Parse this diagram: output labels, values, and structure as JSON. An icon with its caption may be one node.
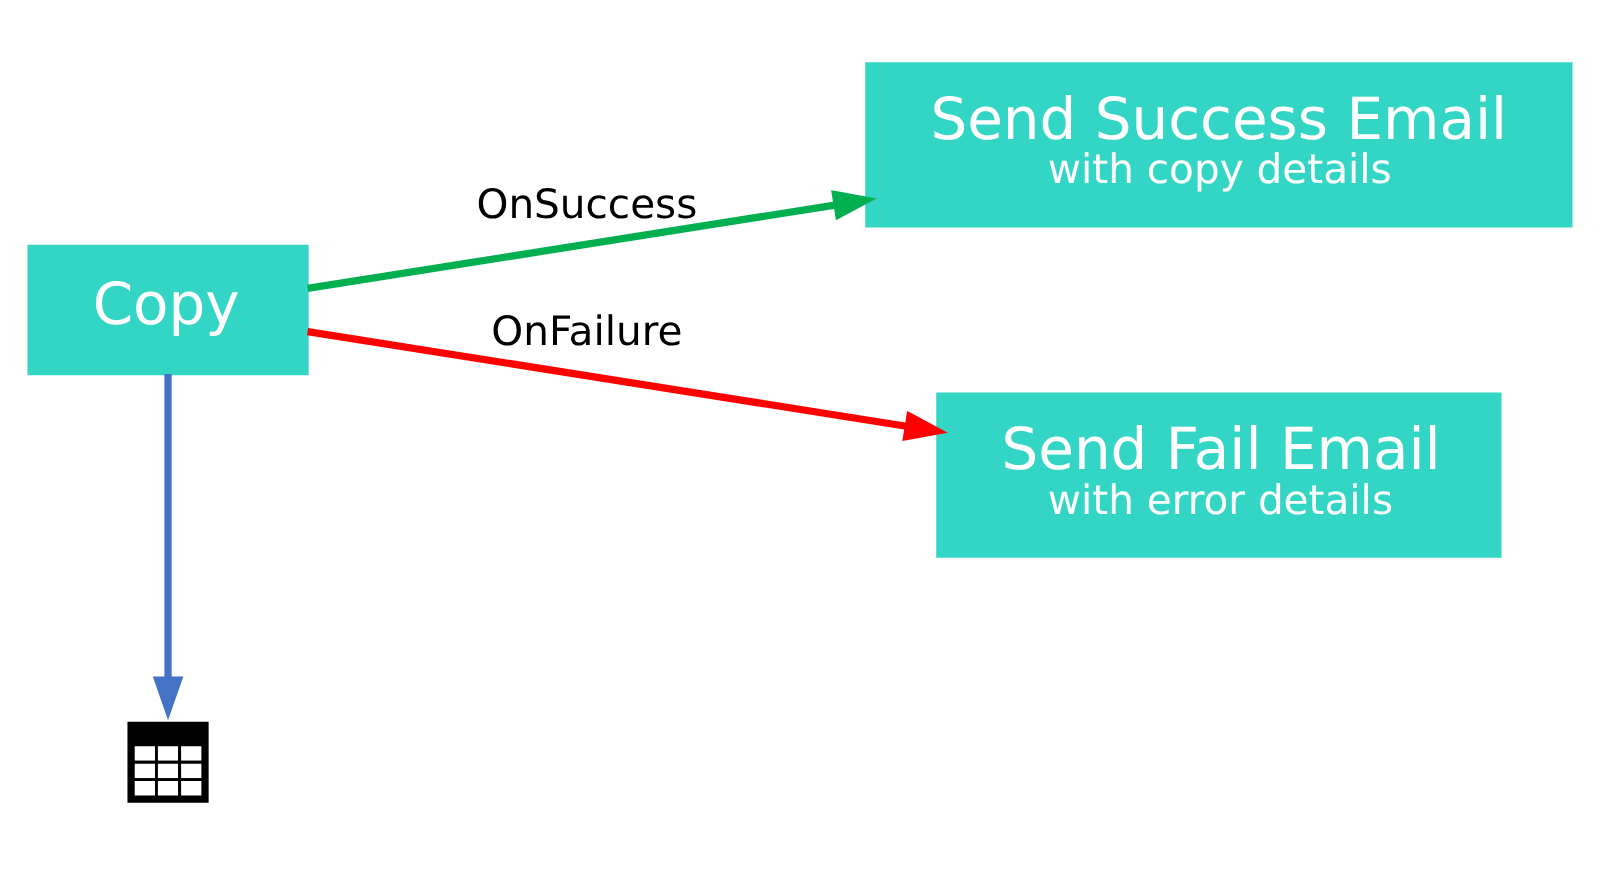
{
  "diagram": {
    "nodes": [
      {
        "text": [],
        "shape": "picture"
      },
      {
        "text": [
          "Copy"
        ]
      },
      {
        "text": [
          "Send Success Email",
          "with copy details"
        ]
      },
      {
        "text": [
          "Send Fail Email",
          "with error details"
        ]
      }
    ],
    "edges": [
      {
        "from": 1,
        "to": 0,
        "arrow": "to",
        "color": "#4472c4"
      },
      {
        "from": 1,
        "to": 2,
        "arrow": "to",
        "label": "OnSuccess",
        "color": "#00b050"
      },
      {
        "from": 1,
        "to": 3,
        "arrow": "to",
        "label": "OnFailure",
        "color": "#ff0000"
      }
    ]
  }
}
